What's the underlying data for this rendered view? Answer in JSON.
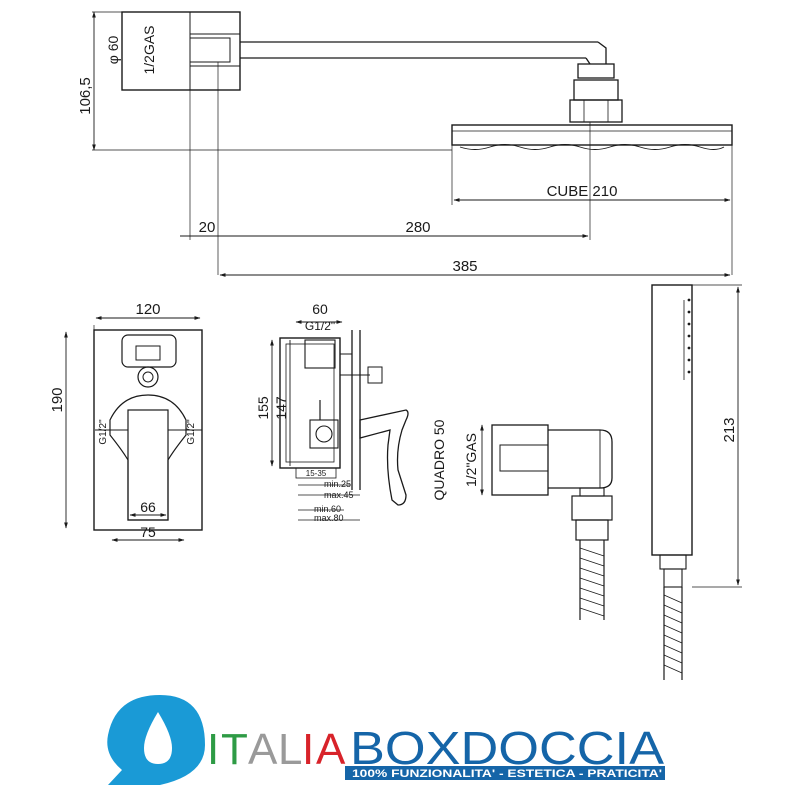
{
  "dimensions": {
    "arm_height": "106,5",
    "flange_diameter": "φ 60",
    "arm_thread": "1/2GAS",
    "head_width": "CUBE 210",
    "wall_offset": "20",
    "arm_length": "280",
    "total_length": "385",
    "plate_width": "120",
    "plate_height": "190",
    "mixer_thread_left": "G1/2\"",
    "mixer_thread_right": "G1/2\"",
    "body_width": "66",
    "body_outer_width": "75",
    "side_width": "60",
    "side_thread": "G1/2\"",
    "side_height_outer": "155",
    "side_height_inner": "147",
    "small_dims": "15-35",
    "depth_1": "min.25",
    "depth_2": "max.45",
    "depth_3": "min.60",
    "depth_4": "max.80",
    "outlet_size": "QUADRO 50",
    "outlet_thread": "1/2\"GAS",
    "hand_shower_length": "213"
  },
  "logo": {
    "part1": "ITALIA",
    "part2": "BOXDOCCIA",
    "tagline": "100% FUNZIONALITA' - ESTETICA - PRATICITA'",
    "colors": {
      "blue": "#1a9ad6",
      "green": "#2e9b45",
      "red": "#d8232a",
      "dark_blue": "#1565a8"
    }
  }
}
